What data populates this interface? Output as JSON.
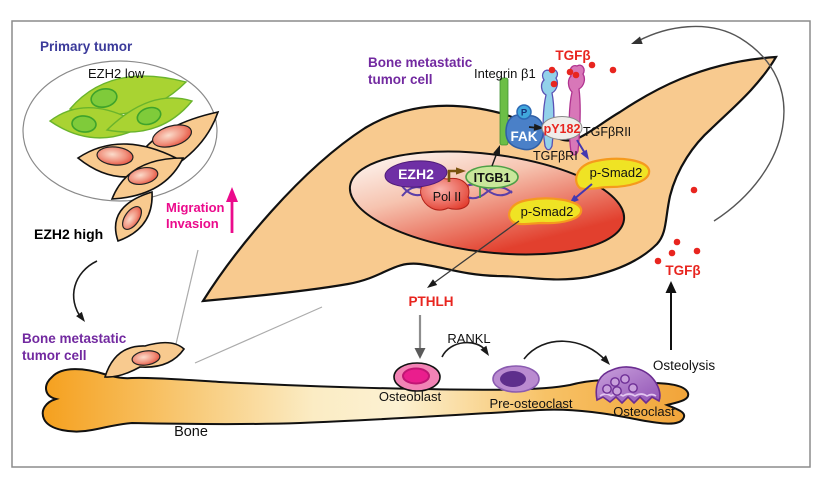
{
  "figure": {
    "type": "signaling-pathway-diagram",
    "description": "EZH2-driven bone metastasis pathway: integrin b1/FAK phosphorylates TGFbRI (pY182), p-Smad2 induces PTHLH, RANKL drives osteoclast differentiation and osteolysis releasing TGFb"
  },
  "labels": {
    "primary_tumor": "Primary tumor",
    "ezh2_low": "EZH2 low",
    "ezh2_high": "EZH2 high",
    "migration": "Migration",
    "invasion": "Invasion",
    "bone_metastatic_line1": "Bone metastatic",
    "bone_metastatic_line2": "tumor cell",
    "bone": "Bone",
    "integrin_b1": "Integrin β1",
    "fak": "FAK",
    "phospho": "P",
    "py182": "pY182",
    "tgfbr1": "TGFβRI",
    "tgfbr2": "TGFβRII",
    "tgfb": "TGFβ",
    "ezh2": "EZH2",
    "pol2": "Pol II",
    "itgb1": "ITGB1",
    "p_smad2": "p-Smad2",
    "pthlh": "PTHLH",
    "rankl": "RANKL",
    "osteoblast": "Osteoblast",
    "pre_osteoclast": "Pre-osteoclast",
    "osteoclast": "Osteoclast",
    "osteolysis": "Osteolysis"
  },
  "colors": {
    "accent_magenta": "#EB0B8C",
    "purple_label": "#7229A0",
    "blue_label": "#3B3A9A",
    "red_signal": "#E8251F",
    "cell_tan": "#F8CA8F",
    "green_cell": "#A9D332",
    "green_cell_nucleus": "#7FCB3A",
    "ezh2_purple": "#6F2FA5",
    "itgb1_green": "#C9E79B",
    "integrin_green": "#6CBE46",
    "fak_blue": "#4A80C8",
    "phospho_blue": "#41A7DC",
    "receptor1_blue": "#92D1EA",
    "receptor2_pink": "#D877B8",
    "smad_yellow": "#EFE324",
    "smad_orange_border": "#F59A1D",
    "osteoblast_pink": "#F283B5",
    "osteoblast_core": "#EA1E8D",
    "preosteoclast_purple": "#BA8BD0",
    "preosteoclast_nucleus": "#5E2E8C",
    "osteoclast_purple": "#AA6FC4",
    "arrow_blue": "#4338B0",
    "arrow_brown": "#7A540F"
  }
}
